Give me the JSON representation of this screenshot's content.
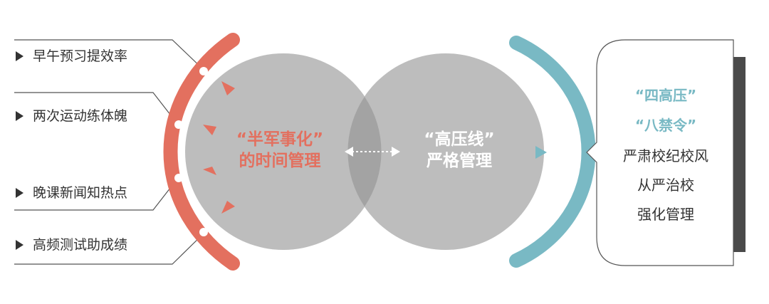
{
  "left_items": [
    {
      "label": "早午预习提效率"
    },
    {
      "label": "两次运动练体魄"
    },
    {
      "label": "晚课新闻知热点"
    },
    {
      "label": "高频测试助成绩"
    }
  ],
  "left_circle": {
    "line1": "“半军事化”",
    "line2": "的时间管理"
  },
  "right_circle": {
    "line1": "“高压线”",
    "line2": "严格管理"
  },
  "right_box": {
    "highlights": [
      "“四高压”",
      "“八禁令”"
    ],
    "lines": [
      "严肃校纪校风",
      "从严治校",
      "强化管理"
    ]
  },
  "colors": {
    "red_accent": "#e3705f",
    "teal_accent": "#79b9c4",
    "circle_gray": "#bdbdbd",
    "overlap_gray": "#a3a3a3",
    "box_shadow": "#4a4a4a"
  }
}
